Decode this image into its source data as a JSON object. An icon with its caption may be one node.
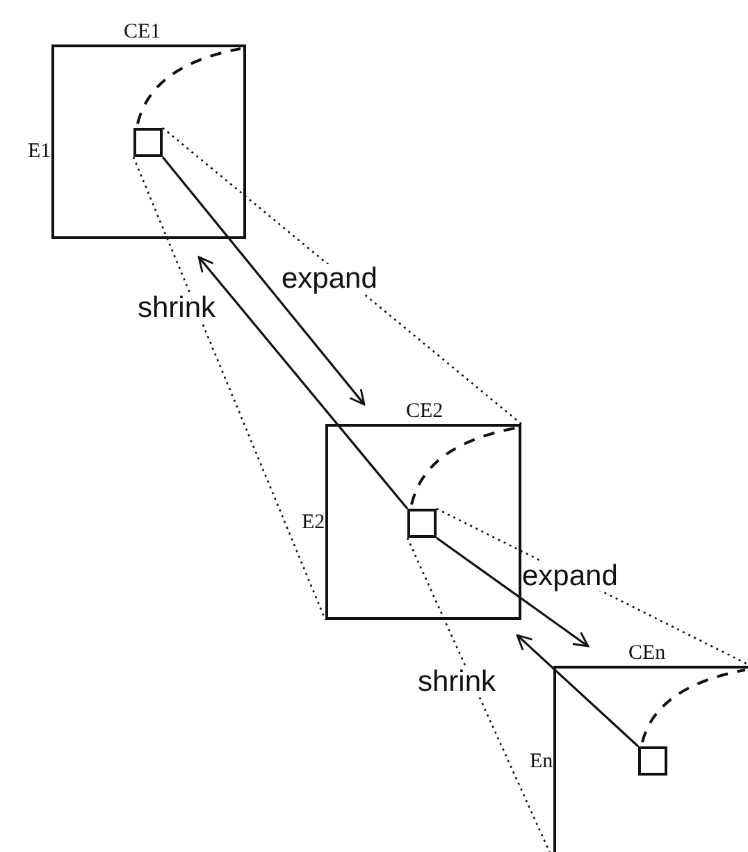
{
  "diagram": {
    "nodes": [
      {
        "text": [
          "CE1"
        ],
        "beside": [
          "E1"
        ]
      },
      {
        "text": [],
        "shape": "box",
        "in": 0
      },
      {
        "text": [
          "CE2"
        ],
        "beside": [
          "E2"
        ]
      },
      {
        "text": [],
        "shape": "box",
        "in": 2
      },
      {
        "text": [
          "CEn"
        ],
        "beside": [
          "En"
        ]
      },
      {
        "text": [],
        "shape": "box",
        "in": 4
      }
    ],
    "edges": [
      {
        "from": 1,
        "to": 2,
        "arrow": "to",
        "label": "expand"
      },
      {
        "from": 3,
        "to": 0,
        "arrow": "to",
        "label": "shrink"
      },
      {
        "from": 3,
        "to": 4,
        "arrow": "to",
        "label": "expand"
      },
      {
        "from": 5,
        "to": 2,
        "arrow": "to",
        "label": "shrink"
      },
      {
        "from": 1,
        "to": 2,
        "arrow": "none",
        "style": "dashed"
      },
      {
        "from": 1,
        "to": 2,
        "arrow": "none",
        "style": "dashed"
      },
      {
        "from": 3,
        "to": 4,
        "arrow": "none",
        "style": "dashed"
      },
      {
        "from": 3,
        "to": 4,
        "arrow": "none",
        "style": "dashed"
      }
    ]
  }
}
